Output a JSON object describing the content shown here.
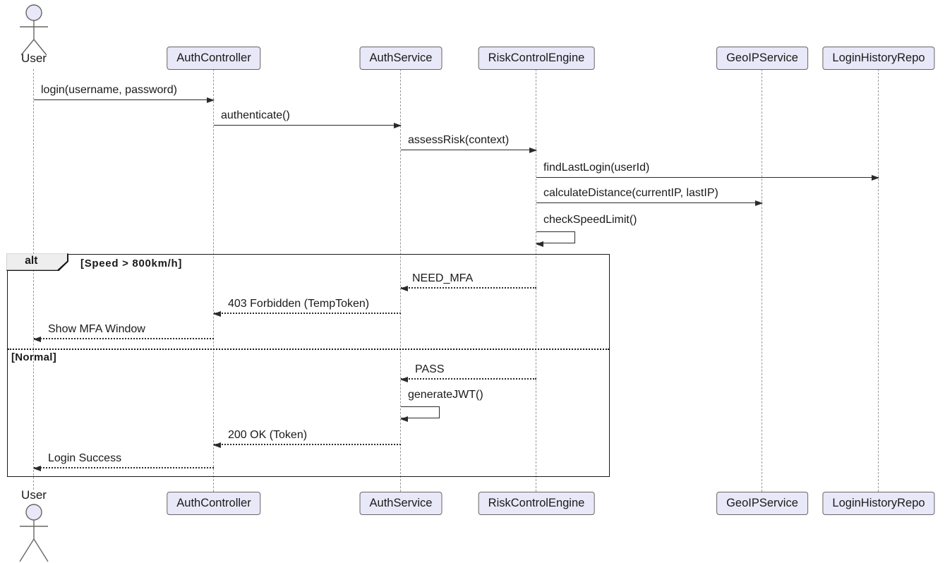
{
  "diagram_type": "uml-sequence-diagram",
  "actor": {
    "name": "User"
  },
  "participants": [
    {
      "name": "AuthController"
    },
    {
      "name": "AuthService"
    },
    {
      "name": "RiskControlEngine"
    },
    {
      "name": "GeoIPService"
    },
    {
      "name": "LoginHistoryRepo"
    }
  ],
  "messages": [
    {
      "label": "login(username, password)",
      "from": "User",
      "to": "AuthController",
      "line": "solid",
      "arrow": "right"
    },
    {
      "label": "authenticate()",
      "from": "AuthController",
      "to": "AuthService",
      "line": "solid",
      "arrow": "right"
    },
    {
      "label": "assessRisk(context)",
      "from": "AuthService",
      "to": "RiskControlEngine",
      "line": "solid",
      "arrow": "right"
    },
    {
      "label": "findLastLogin(userId)",
      "from": "RiskControlEngine",
      "to": "LoginHistoryRepo",
      "line": "solid",
      "arrow": "right"
    },
    {
      "label": "calculateDistance(currentIP, lastIP)",
      "from": "RiskControlEngine",
      "to": "GeoIPService",
      "line": "solid",
      "arrow": "right"
    },
    {
      "label": "checkSpeedLimit()",
      "from": "RiskControlEngine",
      "to": "RiskControlEngine",
      "line": "solid",
      "arrow": "self"
    },
    {
      "label": "NEED_MFA",
      "from": "RiskControlEngine",
      "to": "AuthService",
      "line": "dashed",
      "arrow": "left"
    },
    {
      "label": "403 Forbidden (TempToken)",
      "from": "AuthService",
      "to": "AuthController",
      "line": "dashed",
      "arrow": "left"
    },
    {
      "label": "Show MFA Window",
      "from": "AuthController",
      "to": "User",
      "line": "dashed",
      "arrow": "left"
    },
    {
      "label": "PASS",
      "from": "RiskControlEngine",
      "to": "AuthService",
      "line": "dashed",
      "arrow": "left"
    },
    {
      "label": "generateJWT()",
      "from": "AuthService",
      "to": "AuthService",
      "line": "solid",
      "arrow": "self"
    },
    {
      "label": "200 OK (Token)",
      "from": "AuthService",
      "to": "AuthController",
      "line": "dashed",
      "arrow": "left"
    },
    {
      "label": "Login Success",
      "from": "AuthController",
      "to": "User",
      "line": "dashed",
      "arrow": "left"
    }
  ],
  "fragment": {
    "operator": "alt",
    "branches": [
      {
        "condition": "[Speed > 800km/h]"
      },
      {
        "condition": "[Normal]"
      }
    ]
  },
  "colors": {
    "participant_fill": "#e8e8f8",
    "participant_border": "#666666",
    "lifeline": "#999999",
    "arrow": "#2b2b2b",
    "frame_border": "#1a1a1a",
    "tab_fill": "#eeeeee",
    "text": "#1a1a1a"
  }
}
